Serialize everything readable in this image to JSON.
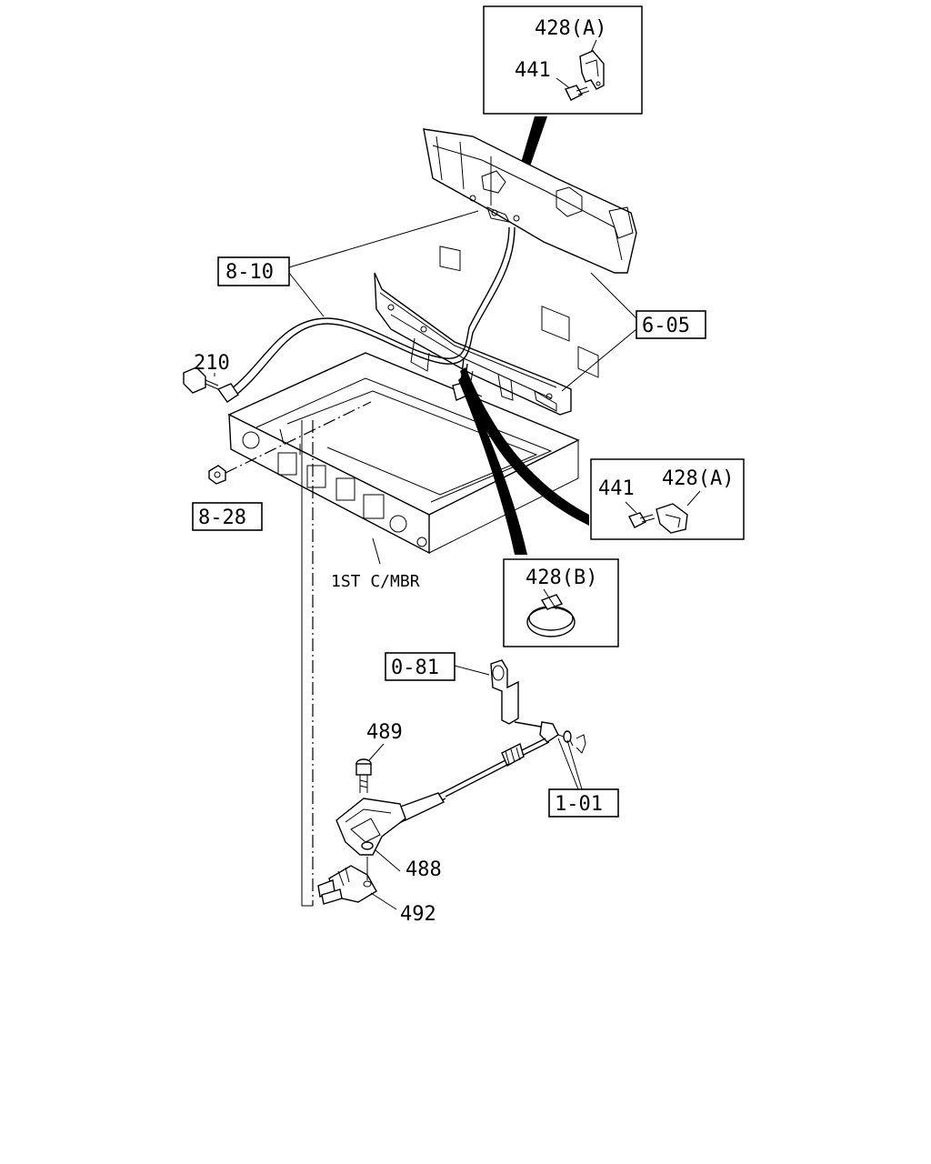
{
  "labels": {
    "p428a_top": "428(A)",
    "p441_top": "441",
    "p8_10": "8-10",
    "p210": "210",
    "p6_05": "6-05",
    "p441_right": "441",
    "p428a_right": "428(A)",
    "p8_28": "8-28",
    "member": "1ST C/MBR",
    "p428b": "428(B)",
    "p0_81": "0-81",
    "p489": "489",
    "p1_01": "1-01",
    "p488": "488",
    "p492": "492"
  }
}
